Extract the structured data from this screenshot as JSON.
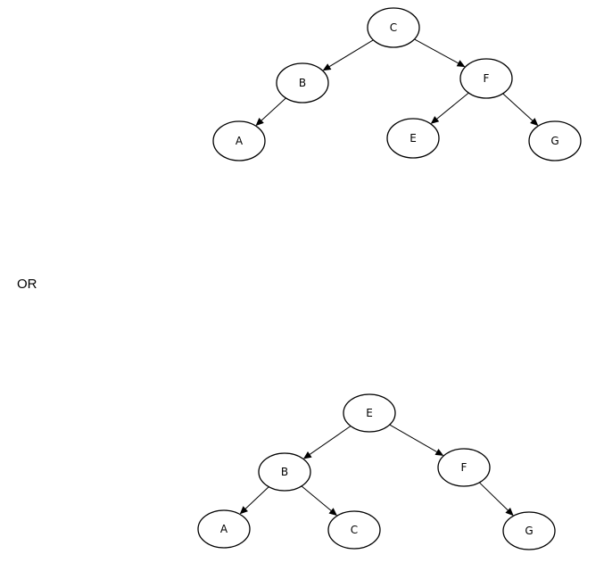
{
  "separator_text": "OR",
  "trees": [
    {
      "nodes": [
        {
          "id": "C",
          "label": "C"
        },
        {
          "id": "B",
          "label": "B"
        },
        {
          "id": "F",
          "label": "F"
        },
        {
          "id": "A",
          "label": "A"
        },
        {
          "id": "E",
          "label": "E"
        },
        {
          "id": "G",
          "label": "G"
        }
      ],
      "edges": [
        {
          "from": "C",
          "to": "B"
        },
        {
          "from": "C",
          "to": "F"
        },
        {
          "from": "B",
          "to": "A"
        },
        {
          "from": "F",
          "to": "E"
        },
        {
          "from": "F",
          "to": "G"
        }
      ]
    },
    {
      "nodes": [
        {
          "id": "E",
          "label": "E"
        },
        {
          "id": "B",
          "label": "B"
        },
        {
          "id": "F",
          "label": "F"
        },
        {
          "id": "A",
          "label": "A"
        },
        {
          "id": "C",
          "label": "C"
        },
        {
          "id": "G",
          "label": "G"
        }
      ],
      "edges": [
        {
          "from": "E",
          "to": "B"
        },
        {
          "from": "E",
          "to": "F"
        },
        {
          "from": "B",
          "to": "A"
        },
        {
          "from": "B",
          "to": "C"
        },
        {
          "from": "F",
          "to": "G"
        }
      ]
    }
  ]
}
